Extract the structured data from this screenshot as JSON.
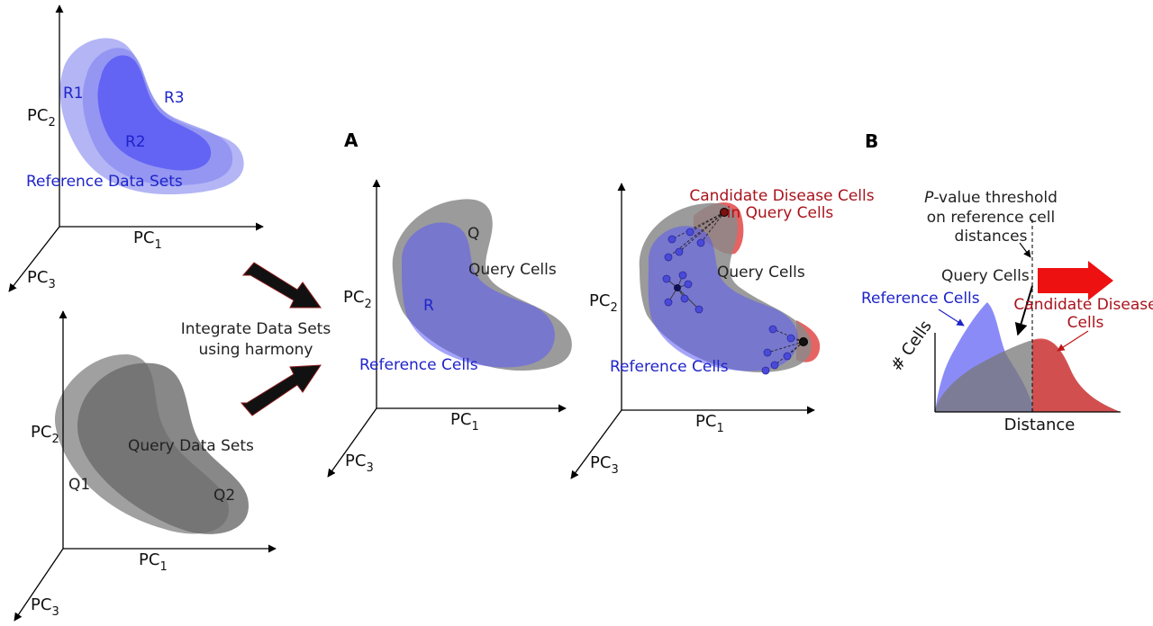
{
  "panel_labels": {
    "a": "A",
    "b": "B"
  },
  "axis": {
    "pc": "PC",
    "x_sub": "1",
    "y_sub": "2",
    "z_sub": "3"
  },
  "reference_sets": {
    "title": "Reference Data Sets",
    "items": [
      "R1",
      "R2",
      "R3"
    ]
  },
  "query_sets": {
    "title": "Query Data Sets",
    "items": [
      "Q1",
      "Q2"
    ]
  },
  "integrate": {
    "line1": "Integrate Data Sets",
    "line2": "using harmony"
  },
  "integrated_panel": {
    "q_label": "Q",
    "r_label": "R",
    "query_cells": "Query Cells",
    "reference_cells": "Reference Cells"
  },
  "knn_panel": {
    "candidate_line1": "Candidate Disease Cells",
    "candidate_line2": "in Query Cells",
    "query_cells": "Query Cells",
    "reference_cells": "Reference Cells"
  },
  "distance_panel": {
    "threshold_italic": "P",
    "threshold_line1": "-value threshold",
    "threshold_line2": "on reference cell",
    "threshold_line3": "distances",
    "query_cells": "Query Cells",
    "reference_cells": "Reference Cells",
    "candidate_line1": "Candidate Disease",
    "candidate_line2": "Cells",
    "ylabel": "# Cells",
    "xlabel": "Distance"
  },
  "colors": {
    "reference": "#5a5af5",
    "query": "#666666",
    "candidate": "#e03c3c",
    "label_blue": "#1f24c9",
    "label_red": "#a8131b",
    "arrow_red": "#ee1111"
  }
}
